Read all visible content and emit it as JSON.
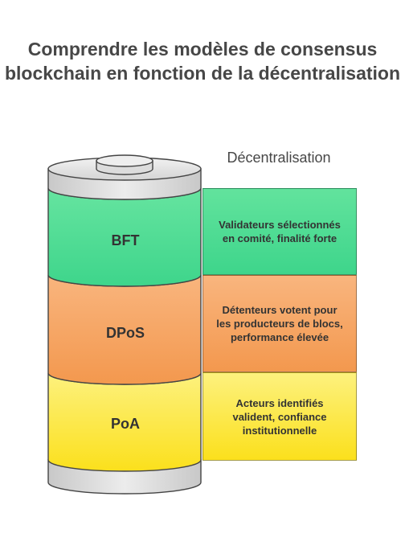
{
  "title": "Comprendre les modèles de consensus blockchain en fonction de la décentralisation",
  "axis_label": "Décentralisation",
  "layers": [
    {
      "name": "BFT",
      "description": "Validateurs sélectionnés en comité, finalité forte",
      "color_top": "#63e39e",
      "color_bottom": "#3fd68c"
    },
    {
      "name": "DPoS",
      "description": "Détenteurs votent pour les producteurs de blocs, performance élevée",
      "color_top": "#f9b47c",
      "color_bottom": "#f39a50"
    },
    {
      "name": "PoA",
      "description": "Acteurs identifiés valident, confiance institutionnelle",
      "color_top": "#fdf07a",
      "color_bottom": "#fbe21e"
    }
  ]
}
